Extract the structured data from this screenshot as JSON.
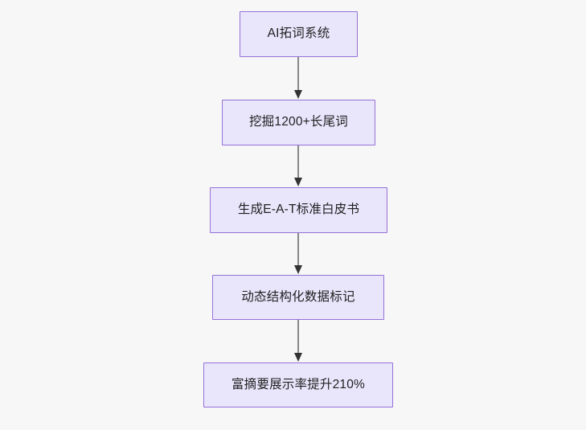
{
  "diagram": {
    "type": "flowchart",
    "orientation": "top-to-bottom",
    "background_color": "#f7f7f7",
    "node_fill_color": "#e9e5fb",
    "node_border_color": "#9571d8",
    "node_text_color": "#1f2020",
    "edge_color": "#888888",
    "arrow_color": "#333333",
    "nodes": [
      {
        "id": "n1",
        "label": "AI拓词系统"
      },
      {
        "id": "n2",
        "label": "挖掘1200+长尾词"
      },
      {
        "id": "n3",
        "label": "生成E-A-T标准白皮书"
      },
      {
        "id": "n4",
        "label": "动态结构化数据标记"
      },
      {
        "id": "n5",
        "label": "富摘要展示率提升210%"
      }
    ],
    "edges": [
      {
        "from": "n1",
        "to": "n2",
        "label": ""
      },
      {
        "from": "n2",
        "to": "n3",
        "label": ""
      },
      {
        "from": "n3",
        "to": "n4",
        "label": ""
      },
      {
        "from": "n4",
        "to": "n5",
        "label": ""
      }
    ]
  }
}
